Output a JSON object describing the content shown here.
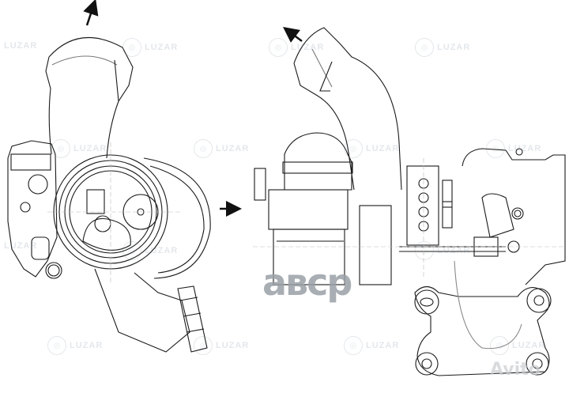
{
  "figure": {
    "subject": "Turbocharger technical line drawing",
    "views": [
      {
        "name": "front-view",
        "description": "Compressor inlet facing viewer with actuator on left"
      },
      {
        "name": "side-view",
        "description": "Side profile with wastegate actuator, center housing and mounting flange"
      }
    ],
    "flow_arrows": [
      {
        "name": "outlet-arrow-front",
        "direction": "up-right"
      },
      {
        "name": "view-arrow",
        "direction": "right"
      },
      {
        "name": "outlet-arrow-side",
        "direction": "up-left"
      }
    ],
    "line_color": "#1a1a1a",
    "background_color": "#ffffff"
  },
  "watermarks": {
    "brand_text": "LUZAR",
    "overlay_text": "авср",
    "marketplace_text": "Avito"
  }
}
